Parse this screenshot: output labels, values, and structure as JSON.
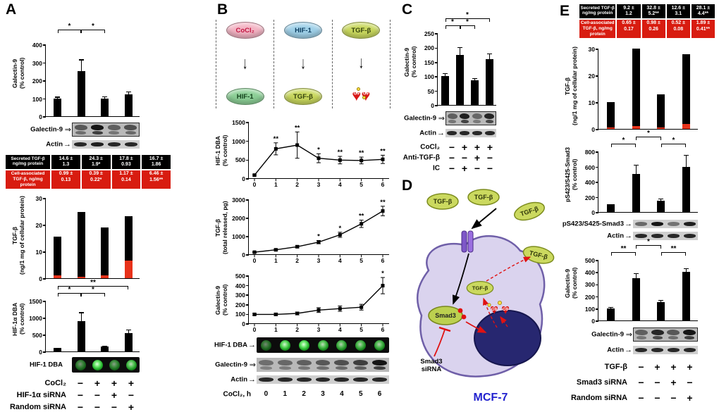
{
  "panels": {
    "A": {
      "letter": "A",
      "galectin9_chart": {
        "type": "bar",
        "ylabel": "Galectin-9\n(% control)",
        "ylim": [
          0,
          400
        ],
        "yticks": [
          0,
          100,
          200,
          300,
          400
        ],
        "values": [
          100,
          250,
          100,
          120
        ],
        "errors": [
          12,
          70,
          15,
          20
        ],
        "brackets": [
          {
            "from": 0,
            "to": 1,
            "label": "*",
            "row": 0
          },
          {
            "from": 1,
            "to": 2,
            "label": "*",
            "row": 0
          }
        ]
      },
      "blots": [
        {
          "label": "Galectin-9",
          "arrow": "open",
          "lanes": 4,
          "kind": "smear",
          "boxed": true,
          "intensities": [
            0.6,
            1,
            0.55,
            0.65
          ]
        },
        {
          "label": "Actin",
          "arrow": "solid",
          "lanes": 4,
          "kind": "band",
          "intensities": [
            0.9,
            0.95,
            0.9,
            0.9
          ]
        }
      ],
      "table": {
        "rows": [
          {
            "header": "Secreted TGF-β\nng/mg protein",
            "bg": "#000000",
            "values": [
              "14.6 ±\n1.3",
              "24.3 ±\n1.9*",
              "17.8 ±\n0.93",
              "16.7 ±\n1.86"
            ]
          },
          {
            "header": "Cell-associated\nTGF-β, ng/mg protein",
            "bg": "#d81c10",
            "values": [
              "0.99 ±\n0.13",
              "0.39 ±\n0.22*",
              "1.17 ±\n0.14",
              "6.46 ±\n1.56**"
            ]
          }
        ]
      },
      "tgfb_chart": {
        "type": "bar",
        "ylabel": "TGF-β\n(ng/1 mg of cellular protein)",
        "ylim": [
          0,
          30
        ],
        "yticks": [
          0,
          10,
          20,
          30
        ],
        "values": [
          15.6,
          24.7,
          19.0,
          23.2
        ],
        "red": [
          0.99,
          0.39,
          1.17,
          6.46
        ]
      },
      "hif1a_chart": {
        "type": "bar",
        "ylabel": "HIF-1α DBA\n(% control)",
        "ylim": [
          0,
          1500
        ],
        "yticks": [
          0,
          500,
          1000,
          1500
        ],
        "values": [
          100,
          900,
          150,
          550
        ],
        "errors": [
          25,
          280,
          40,
          120
        ],
        "brackets": [
          {
            "from": 0,
            "to": 3,
            "label": "**",
            "row": 0
          },
          {
            "from": 0,
            "to": 1,
            "label": "*",
            "row": 1
          },
          {
            "from": 1,
            "to": 2,
            "label": "*",
            "row": 1
          }
        ]
      },
      "dba_dots": {
        "label": "HIF-1 DBA",
        "lanes": 4,
        "intensities": [
          0.55,
          1,
          0.6,
          0.85
        ]
      },
      "treatments": [
        {
          "label": "CoCl₂",
          "symbols": [
            "−",
            "+",
            "+",
            "+"
          ]
        },
        {
          "label": "HIF-1α siRNA",
          "symbols": [
            "−",
            "−",
            "+",
            "−"
          ]
        },
        {
          "label": "Random siRNA",
          "symbols": [
            "−",
            "−",
            "−",
            "+"
          ]
        }
      ]
    },
    "B": {
      "letter": "B",
      "schematic": {
        "columns": [
          {
            "top": {
              "label": "CoCl₂",
              "fill": "#f3b3c3",
              "text": "#c01540"
            },
            "bottom": {
              "type": "oval",
              "label": "HIF-1",
              "fill": "#8ccf96",
              "text": "#123f1a"
            }
          },
          {
            "top": {
              "label": "HIF-1",
              "fill": "#9fd0e8",
              "text": "#0c3c5e"
            },
            "bottom": {
              "type": "oval",
              "label": "TGF-β",
              "fill": "#c9d85e",
              "text": "#33400c"
            }
          },
          {
            "top": {
              "label": "TGF-β",
              "fill": "#c9d85e",
              "text": "#33400c"
            },
            "bottom": {
              "type": "hearts",
              "label": "G9"
            }
          }
        ]
      },
      "hif1_line": {
        "type": "line",
        "ylabel": "HIF-1 DBA\n(% control)",
        "ylim": [
          0,
          1500
        ],
        "yticks": [
          0,
          500,
          1000,
          1500
        ],
        "x": [
          0,
          1,
          2,
          3,
          4,
          5,
          6
        ],
        "y": [
          100,
          800,
          900,
          550,
          500,
          490,
          520
        ],
        "err": [
          20,
          160,
          350,
          120,
          100,
          90,
          110
        ],
        "ann": [
          "",
          "**",
          "**",
          "*",
          "**",
          "**",
          "**"
        ]
      },
      "tgfb_line": {
        "type": "line",
        "ylabel": "TGF-β\n(total released, pg)",
        "ylim": [
          0,
          3000
        ],
        "yticks": [
          0,
          1000,
          2000,
          3000
        ],
        "x": [
          0,
          1,
          2,
          3,
          4,
          5,
          6
        ],
        "y": [
          150,
          280,
          450,
          700,
          1100,
          1700,
          2400
        ],
        "err": [
          30,
          50,
          60,
          90,
          140,
          200,
          260
        ],
        "ann": [
          "",
          "",
          "",
          "*",
          "*",
          "**",
          "**"
        ]
      },
      "gal9_line": {
        "type": "line",
        "ylabel": "Galectin-9\n(% control)",
        "ylim": [
          0,
          500
        ],
        "yticks": [
          0,
          100,
          200,
          300,
          400,
          500
        ],
        "x": [
          0,
          1,
          2,
          3,
          4,
          5,
          6
        ],
        "y": [
          100,
          100,
          110,
          145,
          160,
          175,
          400
        ],
        "err": [
          10,
          12,
          15,
          25,
          28,
          30,
          85
        ],
        "ann": [
          "",
          "",
          "",
          "",
          "",
          "",
          "*"
        ]
      },
      "dba_dots": {
        "label": "HIF-1 DBA",
        "arrow": "solid",
        "lanes": 7,
        "intensities": [
          0.5,
          0.95,
          1,
          0.85,
          0.8,
          0.8,
          0.8
        ]
      },
      "blots": [
        {
          "label": "Galectin-9",
          "arrow": "open",
          "lanes": 7,
          "kind": "smear",
          "boxed": false,
          "intensities": [
            0.45,
            0.5,
            0.55,
            0.6,
            0.65,
            0.75,
            1
          ]
        },
        {
          "label": "Actin",
          "arrow": "solid",
          "lanes": 7,
          "kind": "band",
          "intensities": [
            0.9,
            0.9,
            0.9,
            0.9,
            0.9,
            0.9,
            0.9
          ]
        }
      ],
      "xaxis_row": {
        "label": "CoCl₂, h",
        "symbols": [
          "0",
          "1",
          "2",
          "3",
          "4",
          "5",
          "6"
        ]
      }
    },
    "C": {
      "letter": "C",
      "galectin9_chart": {
        "type": "bar",
        "ylabel": "Galectin-9\n(% control)",
        "ylim": [
          0,
          250
        ],
        "yticks": [
          0,
          50,
          100,
          150,
          200,
          250
        ],
        "values": [
          100,
          175,
          85,
          160
        ],
        "errors": [
          12,
          28,
          10,
          22
        ],
        "brackets": [
          {
            "from": 0,
            "to": 3,
            "label": "*",
            "row": 0
          },
          {
            "from": 0,
            "to": 1,
            "label": "*",
            "row": 1
          },
          {
            "from": 1,
            "to": 2,
            "label": "*",
            "row": 1
          }
        ]
      },
      "blots": [
        {
          "label": "Galectin-9",
          "arrow": "open",
          "lanes": 4,
          "kind": "smear",
          "boxed": true,
          "intensities": [
            0.55,
            0.95,
            0.5,
            0.9
          ]
        },
        {
          "label": "Actin",
          "arrow": "solid",
          "lanes": 4,
          "kind": "band",
          "intensities": [
            0.9,
            0.9,
            0.9,
            0.9
          ]
        }
      ],
      "treatments": [
        {
          "label": "CoCl₂",
          "symbols": [
            "−",
            "+",
            "+",
            "+"
          ]
        },
        {
          "label": "Anti-TGF-β",
          "symbols": [
            "−",
            "−",
            "+",
            "−"
          ]
        },
        {
          "label": "IC",
          "symbols": [
            "−",
            "+",
            "−",
            "−"
          ]
        }
      ]
    },
    "D": {
      "letter": "D",
      "cell_name": "MCF-7",
      "tgfb": "TGF-β",
      "smad3": "Smad3",
      "smad3_sirna_line1": "Smad3",
      "smad3_sirna_line2": "siRNA",
      "g9": "G9"
    },
    "E": {
      "letter": "E",
      "table": {
        "rows": [
          {
            "header": "Secreted TGF-β\nng/mg protein",
            "bg": "#000000",
            "values": [
              "9.2 ±\n1.2",
              "32.8 ±\n5.2**",
              "12.6 ±\n3.1",
              "28.1 ±\n4.4**"
            ]
          },
          {
            "header": "Cell-associated\nTGF-β, ng/mg protein",
            "bg": "#d81c10",
            "values": [
              "0.65 ±\n0.17",
              "0.98 ±\n0.26",
              "0.52 ±\n0.08",
              "1.89 ±\n0.41**"
            ]
          }
        ]
      },
      "tgfb_chart": {
        "type": "bar",
        "ylabel": "TGF-β\n(ng/1 mg of cellular protein)",
        "ylim": [
          0,
          30
        ],
        "yticks": [
          0,
          10,
          20,
          30
        ],
        "values": [
          10,
          30,
          13,
          28
        ],
        "red": [
          0.65,
          0.98,
          0.52,
          1.89
        ]
      },
      "psmad3_chart": {
        "type": "bar",
        "ylabel": "pS423/S425-Smad3\n(% control)",
        "ylim": [
          0,
          800
        ],
        "yticks": [
          0,
          200,
          400,
          600,
          800
        ],
        "values": [
          100,
          500,
          150,
          600
        ],
        "errors": [
          15,
          130,
          35,
          160
        ],
        "brackets": [
          {
            "from": 0,
            "to": 1,
            "label": "*",
            "row": 1
          },
          {
            "from": 1,
            "to": 2,
            "label": "*",
            "row": 0
          },
          {
            "from": 2,
            "to": 3,
            "label": "*",
            "row": 1
          }
        ]
      },
      "blots_top": [
        {
          "label": "pS423/S425-Smad3",
          "arrow": "solid",
          "lanes": 4,
          "kind": "band",
          "intensities": [
            0.55,
            1,
            0.5,
            0.95
          ]
        },
        {
          "label": "Actin",
          "arrow": "solid",
          "lanes": 4,
          "kind": "band",
          "intensities": [
            0.9,
            0.9,
            0.9,
            0.9
          ]
        }
      ],
      "galectin9_chart": {
        "type": "bar",
        "ylabel": "Galectin-9\n(% control)",
        "ylim": [
          0,
          500
        ],
        "yticks": [
          0,
          100,
          200,
          300,
          400,
          500
        ],
        "values": [
          100,
          350,
          150,
          400
        ],
        "errors": [
          15,
          45,
          25,
          35
        ],
        "brackets": [
          {
            "from": 0,
            "to": 1,
            "label": "**",
            "row": 1
          },
          {
            "from": 1,
            "to": 2,
            "label": "*",
            "row": 0
          },
          {
            "from": 2,
            "to": 3,
            "label": "**",
            "row": 1
          }
        ]
      },
      "blots_bottom": [
        {
          "label": "Galectin-9",
          "arrow": "open",
          "lanes": 4,
          "kind": "smear",
          "boxed": true,
          "intensities": [
            0.55,
            0.9,
            0.6,
            1
          ]
        },
        {
          "label": "Actin",
          "arrow": "solid",
          "lanes": 4,
          "kind": "band",
          "intensities": [
            0.9,
            0.9,
            0.9,
            0.9
          ]
        }
      ],
      "treatments": [
        {
          "label": "TGF-β",
          "symbols": [
            "−",
            "+",
            "+",
            "+"
          ]
        },
        {
          "label": "Smad3 siRNA",
          "symbols": [
            "−",
            "−",
            "+",
            "−"
          ]
        },
        {
          "label": "Random siRNA",
          "symbols": [
            "−",
            "−",
            "−",
            "+"
          ]
        }
      ]
    }
  }
}
